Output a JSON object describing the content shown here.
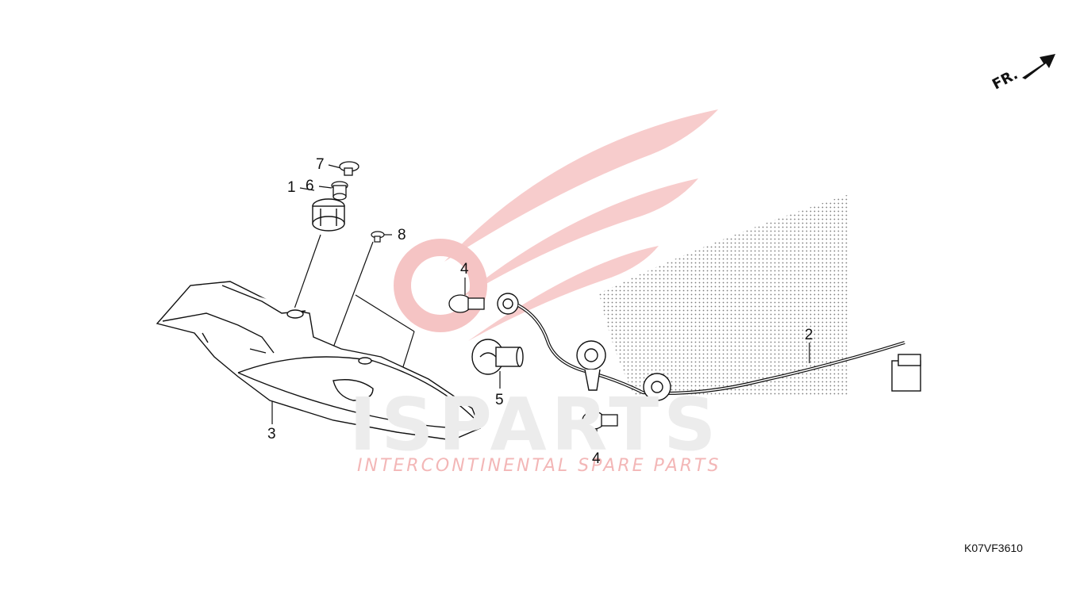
{
  "callouts": {
    "n1": "1",
    "n2": "2",
    "n3": "3",
    "n4a": "4",
    "n4b": "4",
    "n5": "5",
    "n6": "6",
    "n7": "7",
    "n8": "8"
  },
  "diagram_code": "K07VF3610",
  "direction_label": "FR.",
  "watermark": {
    "brand": "ISPARTS",
    "tagline": "INTERCONTINENTAL SPARE PARTS"
  },
  "icons": [
    "front-direction-arrow-icon",
    "wing-logo-watermark-icon"
  ],
  "colors": {
    "line": "#111111",
    "watermark_red": "#f2b8b8",
    "watermark_gray": "#ececec",
    "dots": "#6d6d6d"
  }
}
